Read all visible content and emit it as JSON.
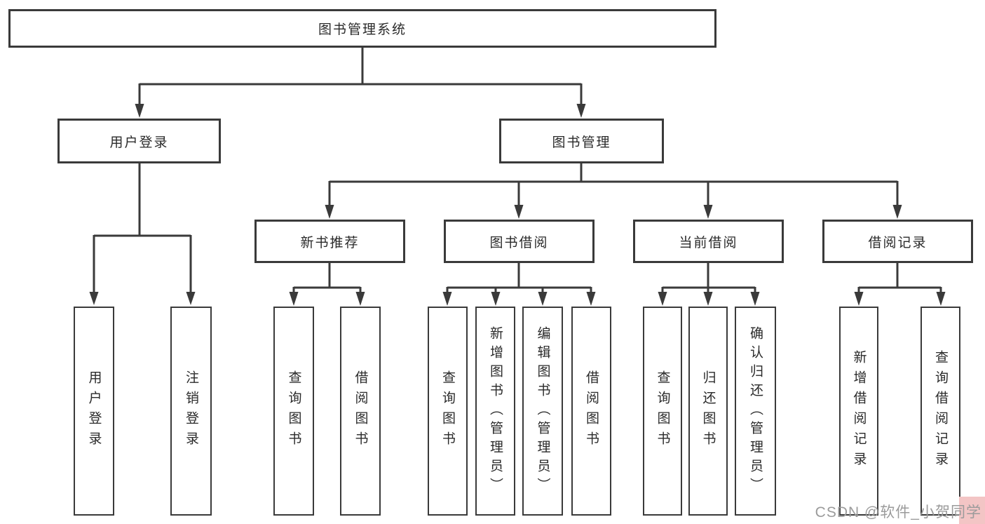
{
  "diagram": {
    "title": "图书管理系统",
    "root": {
      "label": "图书管理系统"
    },
    "level2": [
      {
        "label": "用户登录"
      },
      {
        "label": "图书管理"
      }
    ],
    "level3": [
      {
        "label": "新书推荐"
      },
      {
        "label": "图书借阅"
      },
      {
        "label": "当前借阅"
      },
      {
        "label": "借阅记录"
      }
    ],
    "leaves": [
      {
        "label": "用户登录"
      },
      {
        "label": "注销登录"
      },
      {
        "label": "查询图书"
      },
      {
        "label": "借阅图书"
      },
      {
        "label": "查询图书"
      },
      {
        "label": "新增图书（管理员）"
      },
      {
        "label": "编辑图书（管理员）"
      },
      {
        "label": "借阅图书"
      },
      {
        "label": "查询图书"
      },
      {
        "label": "归还图书"
      },
      {
        "label": "确认归还（管理员）"
      },
      {
        "label": "新增借阅记录"
      },
      {
        "label": "查询借阅记录"
      }
    ]
  },
  "watermark": {
    "text": "CSDN @软件_小贺同学"
  },
  "colors": {
    "line": "#3a3a3a",
    "text": "#2a2a2a",
    "watermark": "#9b9b9b",
    "watermark_highlight": "#f3c5c5",
    "background": "#ffffff"
  }
}
